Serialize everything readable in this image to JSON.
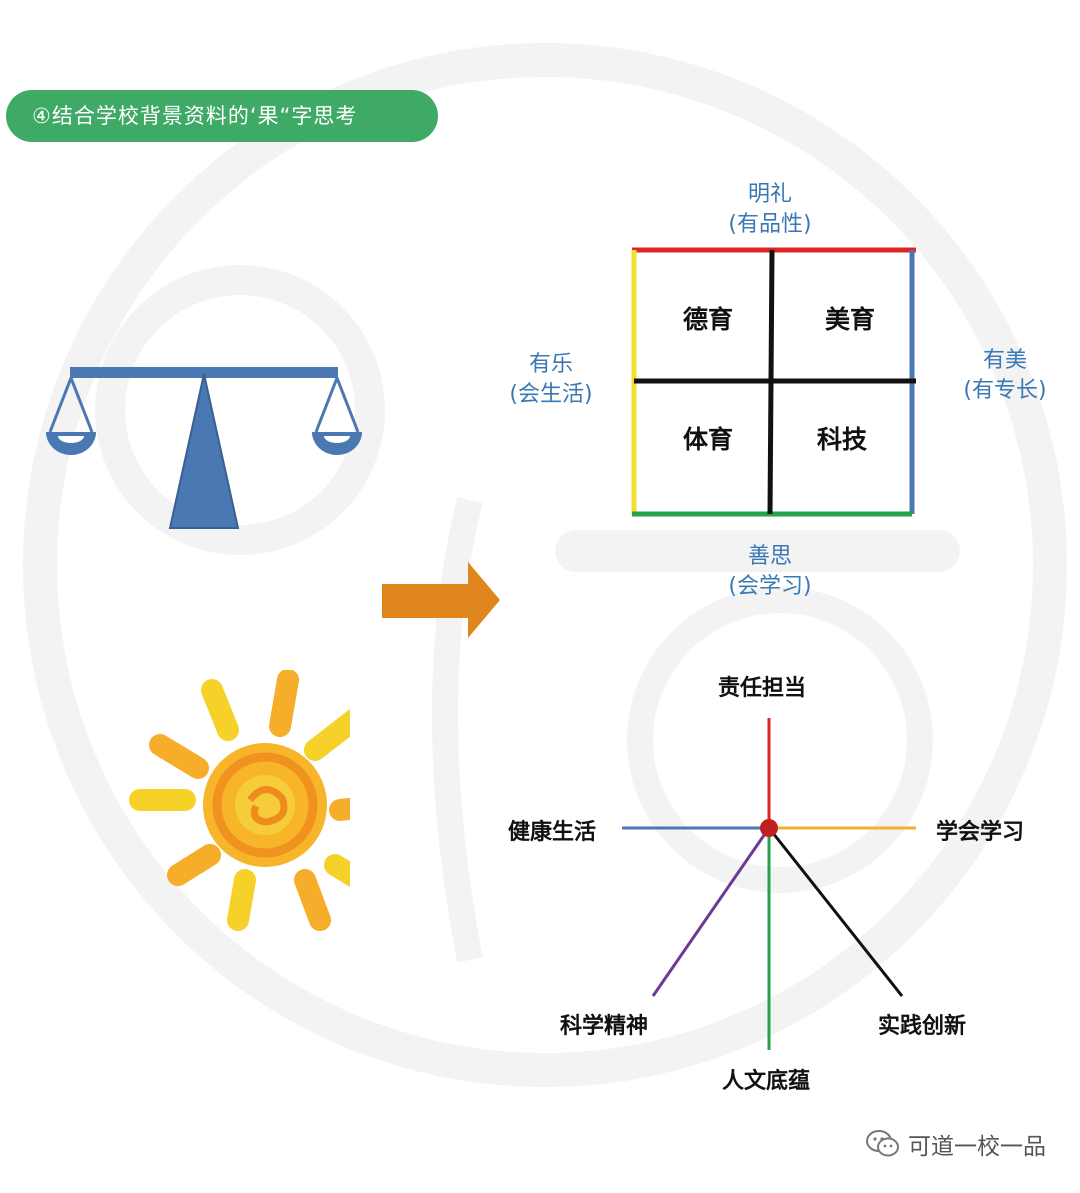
{
  "header": {
    "title": "④结合学校背景资料的‘果“字思考"
  },
  "grid": {
    "top": {
      "line1": "明礼",
      "line2": "(有品性)"
    },
    "left": {
      "line1": "有乐",
      "line2": "(会生活)"
    },
    "right": {
      "line1": "有美",
      "line2": "(有专长)"
    },
    "bottom": {
      "line1": "善思",
      "line2": "(会学习)"
    },
    "cells": [
      "德育",
      "美育",
      "体育",
      "科技"
    ]
  },
  "radar": {
    "top": "责任担当",
    "left": "健康生活",
    "right": "学会学习",
    "lower_left": "科学精神",
    "lower_right": "实践创新",
    "bottom": "人文底蕴"
  },
  "footer": {
    "account": "可道一校一品"
  },
  "colors": {
    "pill_green": "#3fa966",
    "scale_blue": "#4a78b2",
    "arrow_orange": "#e0861e",
    "label_blue": "#3a78b4",
    "line_red": "#e02424",
    "line_yellow": "#f0e030",
    "line_blue": "#4a78b2",
    "line_green": "#27a24a",
    "line_orange": "#f0b030",
    "line_purple": "#6a3a96",
    "center_dot": "#c0201e"
  },
  "icons": [
    "balance-scale-icon",
    "sun-icon",
    "right-arrow-icon",
    "wechat-icon"
  ]
}
